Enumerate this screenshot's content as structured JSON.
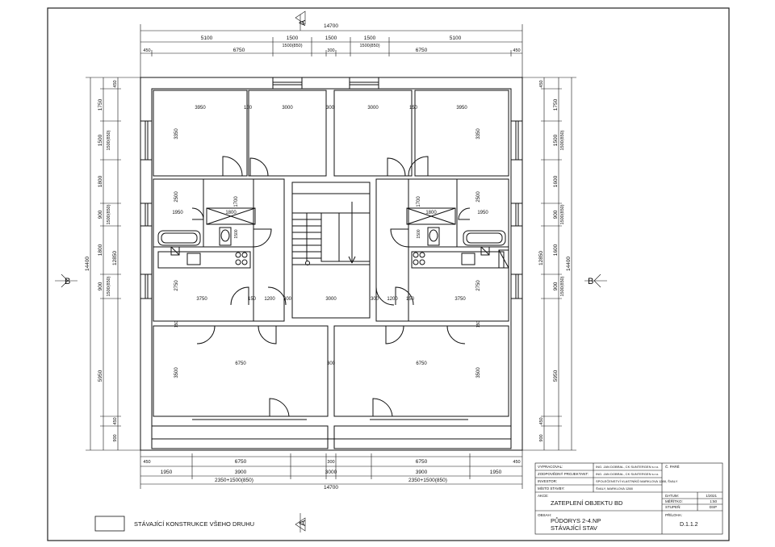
{
  "sections": {
    "a_top": "A",
    "a_bottom": "A",
    "b_left": "B",
    "b_right": "B"
  },
  "dims": {
    "top_total": "14700",
    "top_row1": [
      "5100",
      "1500",
      "1500",
      "1500",
      "5100"
    ],
    "top_row2": [
      "450",
      "6750",
      "1500(850)",
      "300",
      "1500(850)",
      "6750",
      "450"
    ],
    "bottom_row1": [
      "450",
      "6750",
      "300",
      "6750",
      "450"
    ],
    "bottom_row2": [
      "1950",
      "3900",
      "3000",
      "3900",
      "1950"
    ],
    "bottom_row3": [
      "2350+1500(850)",
      "2350+1500(850)"
    ],
    "bottom_total": "14700",
    "left_total": "14400",
    "left_mid": "12850",
    "left_chain": [
      "450",
      "1750",
      "1500",
      "1500(850)",
      "1800",
      "900",
      "1500(850)",
      "1800",
      "900",
      "1500(850)",
      "5950",
      "450",
      "900"
    ],
    "right_total": "14400",
    "right_mid": "12850",
    "right_chain": [
      "450",
      "1750",
      "1500",
      "1500(850)",
      "1600",
      "900",
      "1500(850)",
      "1600",
      "900",
      "1500(850)",
      "5950",
      "450",
      "900"
    ]
  },
  "rooms": {
    "r1_w": "3950",
    "r1_h": "3350",
    "r2_w": "3000",
    "r3_w": "3000",
    "r4_w": "3950",
    "r4_h": "3350",
    "w150a": "150",
    "w300a": "300",
    "w150b": "150",
    "hall_l_h": "2500",
    "hall_r_h": "2500",
    "d1950": "1950",
    "d1800l": "1800",
    "d1800r": "1800",
    "d1950r": "1950",
    "d1700l": "1700",
    "d1700r": "1700",
    "bath_l": "1500",
    "bath_r": "1500",
    "k_l_w": "3750",
    "k_l_h": "2750",
    "k_r_w": "3750",
    "k_r_h": "2750",
    "c150l": "150",
    "c1200l": "1200",
    "stair_w": "3000",
    "c1200r": "1200",
    "c150r": "150",
    "c300l": "300",
    "c300r": "300",
    "big_l_w": "6750",
    "big_l_h": "3500",
    "big_r_w": "6750",
    "big_r_h": "3500",
    "w300c": "300",
    "s150l": "150",
    "s150r": "150"
  },
  "legend": {
    "label": "STÁVAJÍCÍ KONSTRUKCE VŠEHO DRUHU"
  },
  "title_block": {
    "rows": [
      {
        "k": "VYPRACOVAL:",
        "v": "ING. JAN DOBRAL, CK SUNTERGEN s.r.o."
      },
      {
        "k": "ZODPOVĚDNÝ PROJEKTANT:",
        "v": "ING. JAN DOBRAL, CK SUNTERGEN s.r.o."
      },
      {
        "k": "INVESTOR:",
        "v": "SPOLEČENSTVÍ VLASTNÍKŮ MARKLOVA 1288, ŠVALY"
      },
      {
        "k": "MÍSTO STAVBY:",
        "v": "ŠVALY, MARKLOVA 1288"
      }
    ],
    "c_pare_label": "Č. PARÉ",
    "akce_label": "AKCE:",
    "akce": "ZATEPLENÍ OBJEKTU BD",
    "datum_k": "DATUM:",
    "datum_v": "1/2021",
    "meritko_k": "MĚŘÍTKO:",
    "meritko_v": "1:50",
    "stupen_k": "STUPEŇ:",
    "stupen_v": "DSP",
    "obsah_label": "OBSAH:",
    "obsah1": "PŮDORYS 2-4.NP",
    "obsah2": "STÁVAJÍCÍ STAV",
    "priloha_k": "PŘÍLOHA:",
    "priloha_v": "D.1.1.2"
  }
}
